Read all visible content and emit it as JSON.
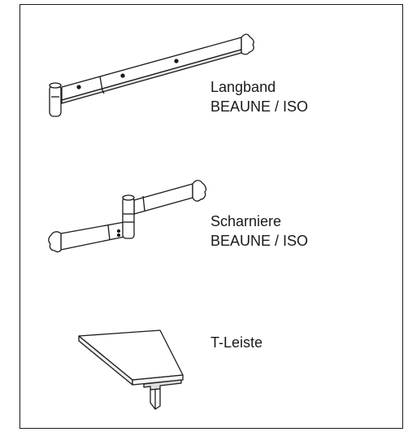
{
  "parts": [
    {
      "label_line1": "Langband",
      "label_line2": "BEAUNE / ISO"
    },
    {
      "label_line1": "Scharniere",
      "label_line2": "BEAUNE / ISO"
    },
    {
      "label_line1": "T-Leiste",
      "label_line2": ""
    }
  ]
}
